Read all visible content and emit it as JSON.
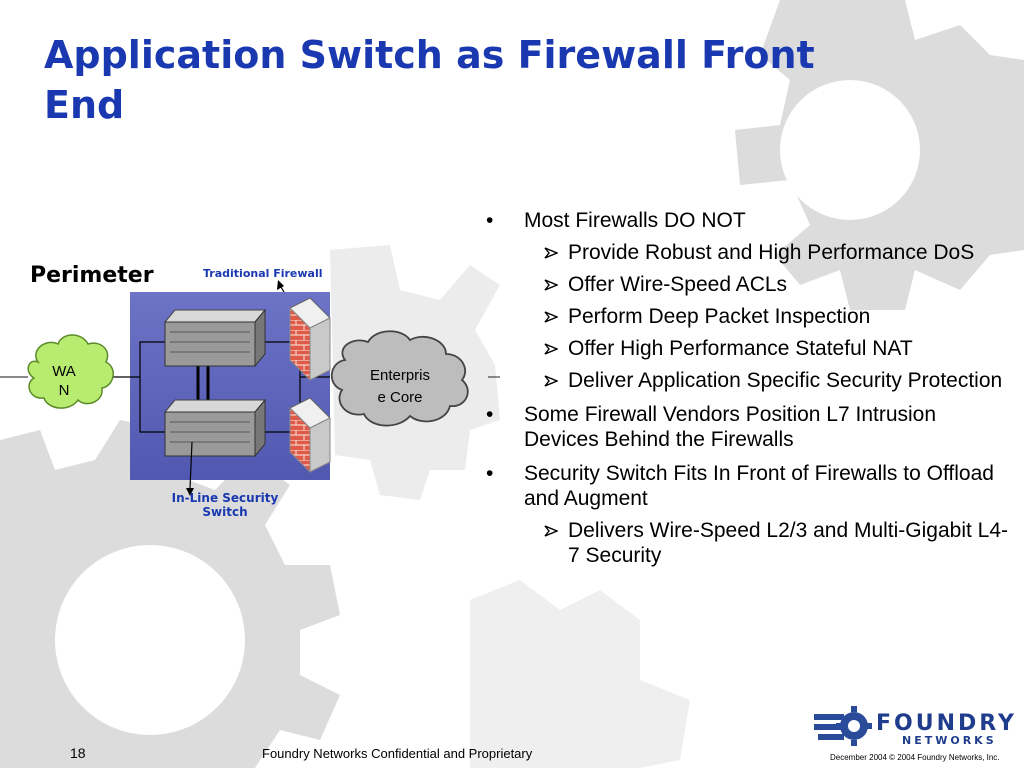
{
  "slide": {
    "title": "Application Switch as Firewall Front End"
  },
  "diagram": {
    "perimeter_label": "Perimeter",
    "firewall_label": "Traditional Firewall",
    "wan_line1": "WA",
    "wan_line2": "N",
    "core_line1": "Enterpris",
    "core_line2": "e Core",
    "switch_line1": "In-Line Security",
    "switch_line2": "Switch"
  },
  "bullets": [
    {
      "text": "Most Firewalls DO NOT",
      "subs": [
        "Provide Robust and High Performance DoS",
        "Offer Wire-Speed ACLs",
        "Perform Deep Packet Inspection",
        "Offer High Performance Stateful NAT",
        "Deliver Application Specific Security Protection"
      ]
    },
    {
      "text": "Some Firewall Vendors Position L7 Intrusion Devices Behind the Firewalls",
      "subs": []
    },
    {
      "text": "Security Switch Fits In Front of Firewalls to Offload and Augment",
      "subs": [
        "Delivers Wire-Speed L2/3 and Multi-Gigabit L4-7 Security"
      ]
    }
  ],
  "footer": {
    "page_number": "18",
    "confidential": "Foundry Networks Confidential and Proprietary",
    "date_copyright": "December 2004  © 2004 Foundry Networks, Inc."
  },
  "logo": {
    "word1": "FOUNDRY",
    "word2": "NETWORKS"
  },
  "colors": {
    "title": "#1a39b0",
    "label_blue": "#1a39b0",
    "chassis_panel": "#6a6fc0",
    "cloud_wan": "#b8ec70",
    "cloud_core": "#bdbdbd",
    "firewall_brick": "#e05a4a",
    "gear": "#d9d9d9"
  }
}
